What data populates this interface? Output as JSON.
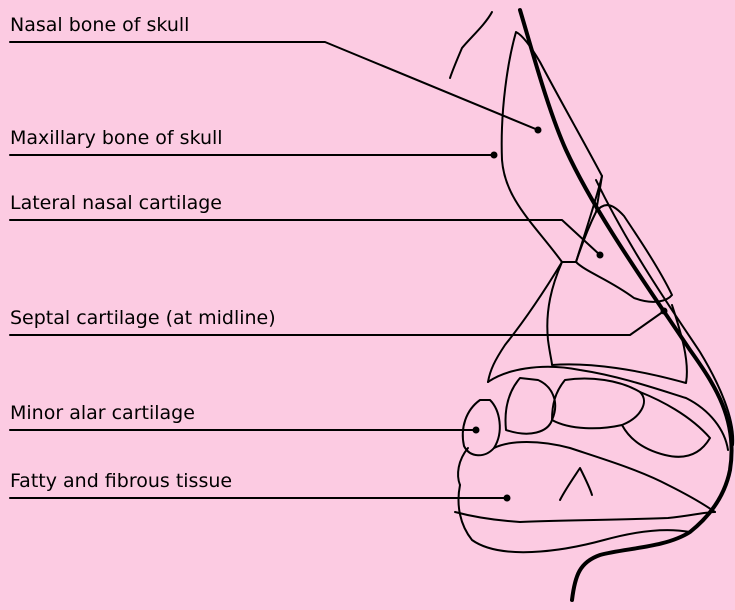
{
  "diagram": {
    "background": "#fccbe2",
    "line_color": "#000000",
    "labels": [
      "Nasal bone of skull",
      "Maxillary bone of skull",
      "Lateral nasal cartilage",
      "Septal cartilage (at midline)",
      "Minor alar cartilage",
      "Fatty and fibrous tissue"
    ]
  }
}
